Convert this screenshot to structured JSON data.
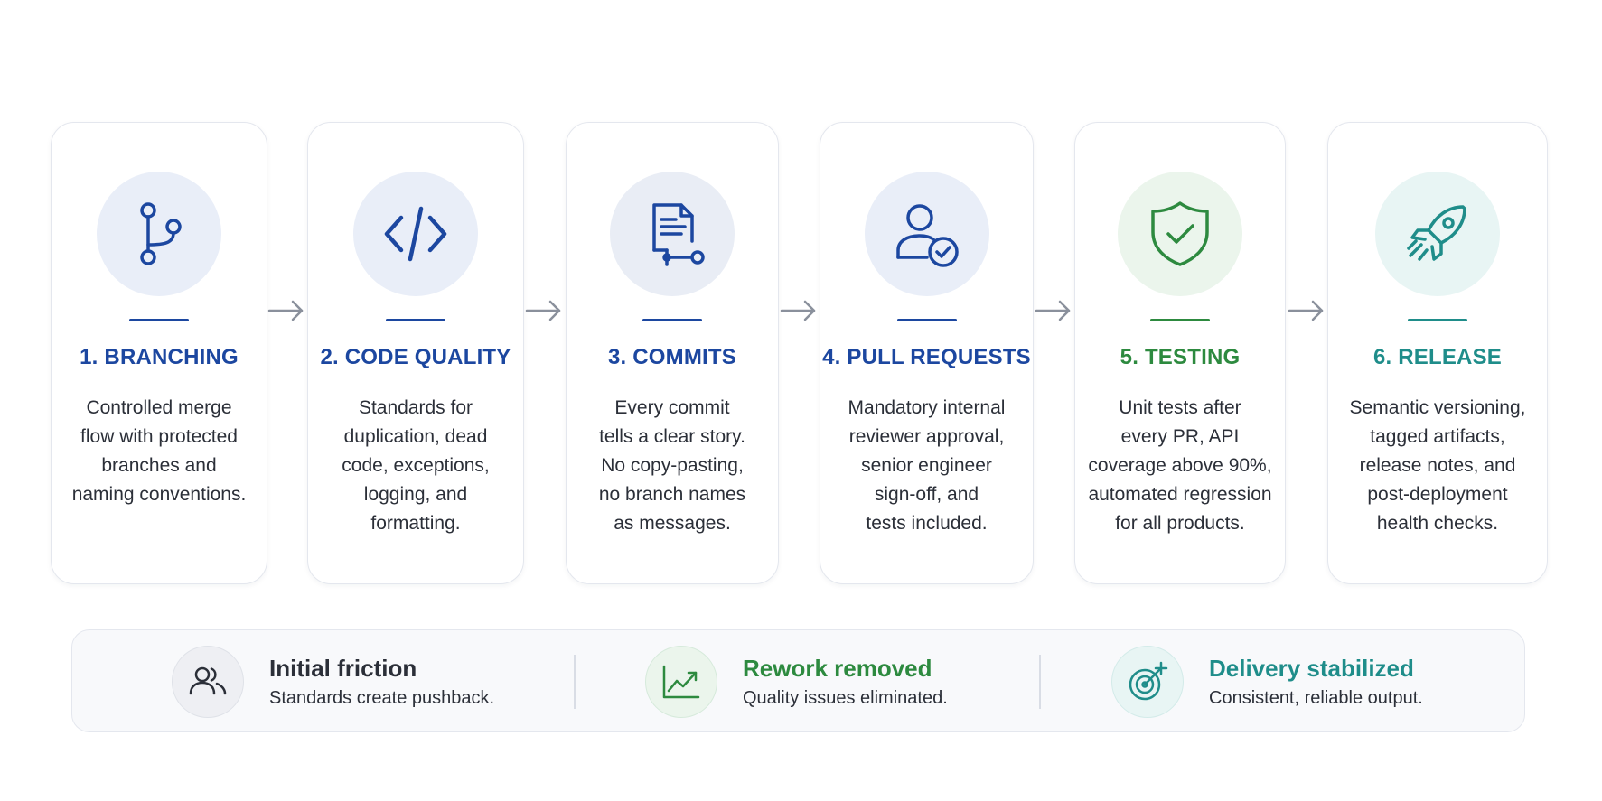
{
  "colors": {
    "blue": "#1c47a0",
    "green": "#2d8a3f",
    "teal": "#1f8d8a",
    "dark": "#2b2f38",
    "arrow": "#8a909c"
  },
  "steps": [
    {
      "title": "1. BRANCHING",
      "icon": "git-branch-icon",
      "lines": [
        "Controlled merge",
        "flow with protected",
        "branches and",
        "naming conventions."
      ]
    },
    {
      "title": "2. CODE QUALITY",
      "icon": "code-brackets-icon",
      "lines": [
        "Standards for",
        "duplication, dead",
        "code, exceptions,",
        "logging, and",
        "formatting."
      ]
    },
    {
      "title": "3. COMMITS",
      "icon": "commit-document-icon",
      "lines": [
        "Every commit",
        "tells a clear story.",
        "No copy-pasting,",
        "no branch names",
        "as messages."
      ]
    },
    {
      "title": "4. PULL REQUESTS",
      "icon": "user-check-icon",
      "lines": [
        "Mandatory internal",
        "reviewer approval,",
        "senior engineer",
        "sign-off, and",
        "tests included."
      ]
    },
    {
      "title": "5. TESTING",
      "icon": "shield-check-icon",
      "lines": [
        "Unit tests after",
        "every PR, API",
        "coverage above 90%,",
        "automated regression",
        "for all products."
      ]
    },
    {
      "title": "6. RELEASE",
      "icon": "rocket-icon",
      "lines": [
        "Semantic versioning,",
        "tagged artifacts,",
        "release notes, and",
        "post-deployment",
        "health checks."
      ]
    }
  ],
  "outcomes": [
    {
      "title": "Initial friction",
      "desc": "Standards create pushback.",
      "icon": "users-icon"
    },
    {
      "title": "Rework removed",
      "desc": "Quality issues eliminated.",
      "icon": "trending-up-icon"
    },
    {
      "title": "Delivery stabilized",
      "desc": "Consistent, reliable output.",
      "icon": "target-icon"
    }
  ]
}
